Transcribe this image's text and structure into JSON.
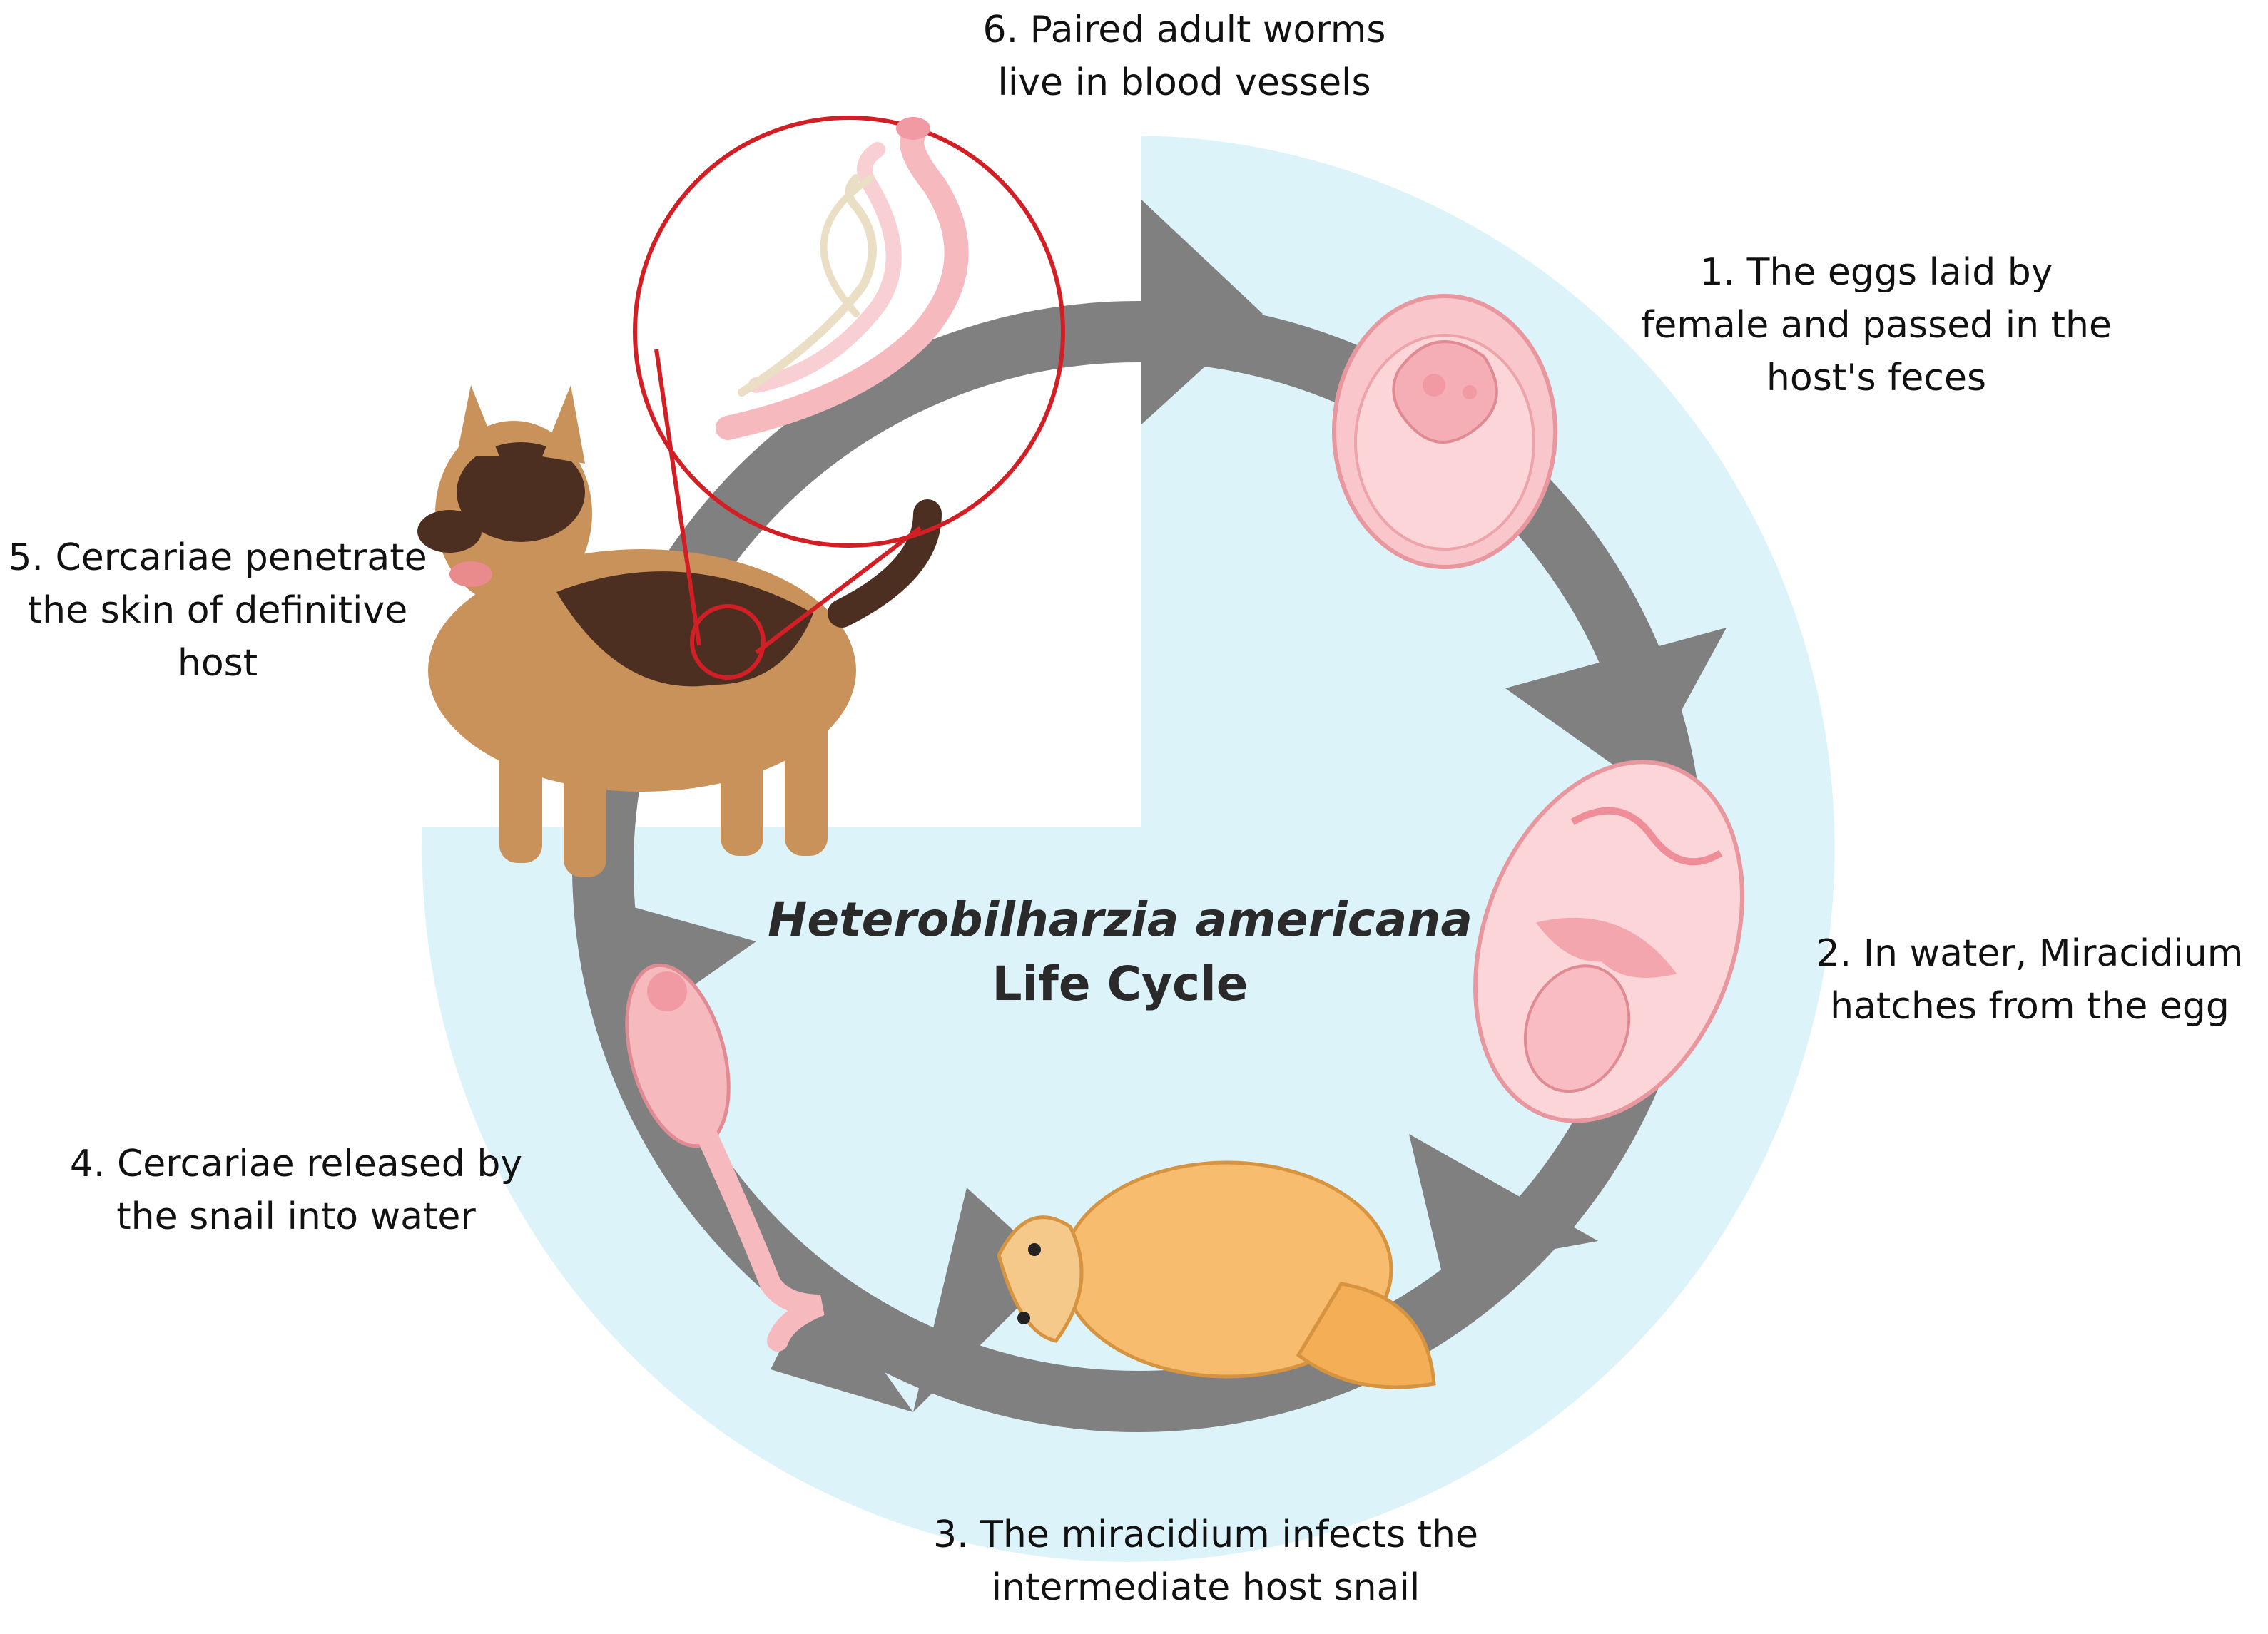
{
  "title": {
    "species": "Heterobilharzia americana",
    "subtitle": "Life Cycle"
  },
  "stages": [
    {
      "lines": [
        "1. The eggs laid by",
        "female and passed in the",
        "host's feces"
      ]
    },
    {
      "lines": [
        "2. In water, Miracidium",
        "hatches from the egg"
      ]
    },
    {
      "lines": [
        "3. The miracidium infects the",
        "intermediate host snail"
      ]
    },
    {
      "lines": [
        "4. Cercariae released by",
        "the snail into water"
      ]
    },
    {
      "lines": [
        "5. Cercariae penetrate",
        "the skin of definitive",
        "host"
      ]
    },
    {
      "lines": [
        "6. Paired adult worms",
        "live in blood vessels"
      ]
    }
  ],
  "colors": {
    "water_background": "#ddf3fa",
    "cycle_arrow": "#808080",
    "magnifier": "#d21f26",
    "egg_pink": "#f6b9be",
    "snail_shell": "#f7bc6d",
    "dog_tan": "#c9925a",
    "dog_dark": "#4d2f22"
  },
  "icons": [
    "adult-worms-icon",
    "egg-icon",
    "miracidium-egg-icon",
    "snail-icon",
    "cercaria-icon",
    "dog-icon"
  ]
}
